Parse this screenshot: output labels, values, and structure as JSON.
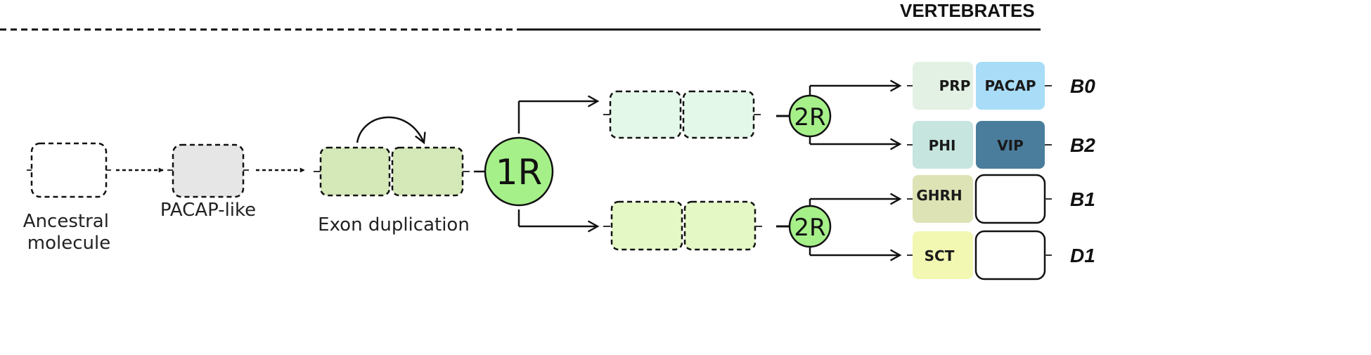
{
  "header": {
    "title": "VERTEBRATES"
  },
  "stages": {
    "ancestral": [
      "Ancestral",
      "molecule"
    ],
    "pacap_like": "PACAP-like",
    "exon_duplication": "Exon duplication"
  },
  "rounds": {
    "first": "1R",
    "second": "2R"
  },
  "genes": {
    "b0": {
      "left": "PRP",
      "right": "PACAP",
      "class": "B0"
    },
    "b2": {
      "left": "PHI",
      "right": "VIP",
      "class": "B2"
    },
    "b1": {
      "left": "GHRH",
      "right": "",
      "class": "B1"
    },
    "d1": {
      "left": "SCT",
      "right": "",
      "class": "D1"
    }
  },
  "colors": {
    "pacap_like_fill": "#e6e6e6",
    "exon_dup_fill": "#d4e8b8",
    "upper_branch_fill": "#e4f8ea",
    "lower_branch_fill": "#e3f8c4",
    "round_circle_fill": "#a6f08a",
    "prp": "#e2f1e3",
    "pacap": "#a8dcf7",
    "phi": "#c5e5de",
    "vip": "#4a7d9c",
    "ghrh": "#dde3b4",
    "sct": "#f2f8b2",
    "empty_gene": "#ffffff"
  }
}
